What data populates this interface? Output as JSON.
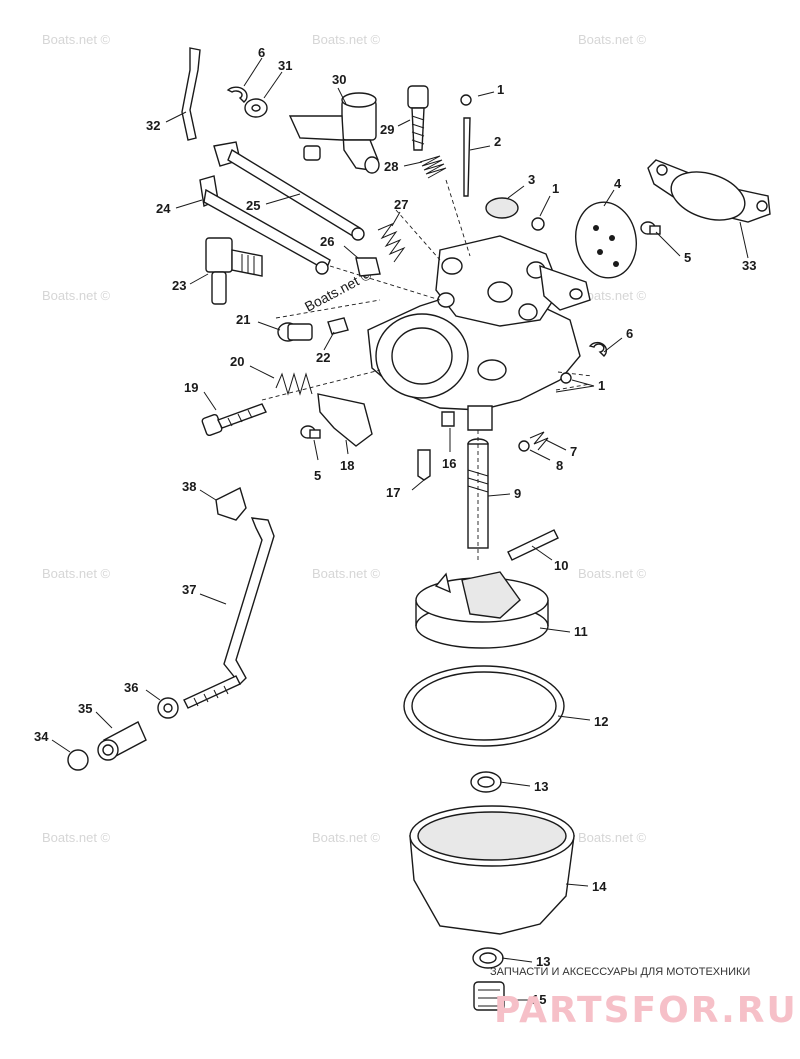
{
  "watermark": {
    "text": "Boats.net ©",
    "center_text": "Boats.net ©"
  },
  "banner": {
    "tagline": "ЗАПЧАСТИ И АКСЕССУАРЫ ДЛЯ МОТОТЕХНИКИ",
    "brand": "PARTSFOR.RU"
  },
  "callouts": {
    "c1a": "1",
    "c1b": "1",
    "c1c": "1",
    "c2": "2",
    "c3": "3",
    "c4": "4",
    "c5a": "5",
    "c5b": "5",
    "c6a": "6",
    "c6b": "6",
    "c7": "7",
    "c8": "8",
    "c9": "9",
    "c10": "10",
    "c11": "11",
    "c12": "12",
    "c13a": "13",
    "c13b": "13",
    "c14": "14",
    "c15": "15",
    "c16": "16",
    "c17": "17",
    "c18": "18",
    "c19": "19",
    "c20": "20",
    "c21": "21",
    "c22": "22",
    "c23": "23",
    "c24": "24",
    "c25": "25",
    "c26": "26",
    "c27": "27",
    "c28": "28",
    "c29": "29",
    "c30": "30",
    "c31": "31",
    "c32": "32",
    "c33": "33",
    "c34": "34",
    "c35": "35",
    "c36": "36",
    "c37": "37",
    "c38": "38"
  }
}
